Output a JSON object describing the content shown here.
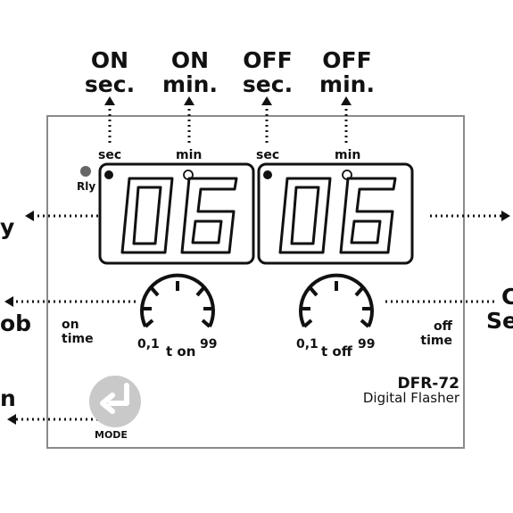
{
  "top_labels": {
    "on_sec": [
      "ON",
      "sec."
    ],
    "on_min": [
      "ON",
      "min."
    ],
    "off_sec": [
      "OFF",
      "sec."
    ],
    "off_min": [
      "OFF",
      "min."
    ]
  },
  "display": {
    "sec_label_left": "sec",
    "min_label_left": "min",
    "sec_label_right": "sec",
    "min_label_right": "min",
    "rly_label": "Rly",
    "left_digits": "06",
    "right_digits": "06"
  },
  "knobs": {
    "on": {
      "min": "0,1",
      "max": "99",
      "name": "t on",
      "caption": [
        "on",
        "time"
      ]
    },
    "off": {
      "min": "0,1",
      "max": "99",
      "name": "t off",
      "caption": [
        "off",
        "time"
      ]
    }
  },
  "brand": {
    "model": "DFR-72",
    "product": "Digital Flasher"
  },
  "mode_button": {
    "label": "MODE"
  },
  "cut_labels": {
    "left_1": "y",
    "left_2": "ob",
    "left_3": "n",
    "right_1": "C",
    "right_2": "Se"
  }
}
